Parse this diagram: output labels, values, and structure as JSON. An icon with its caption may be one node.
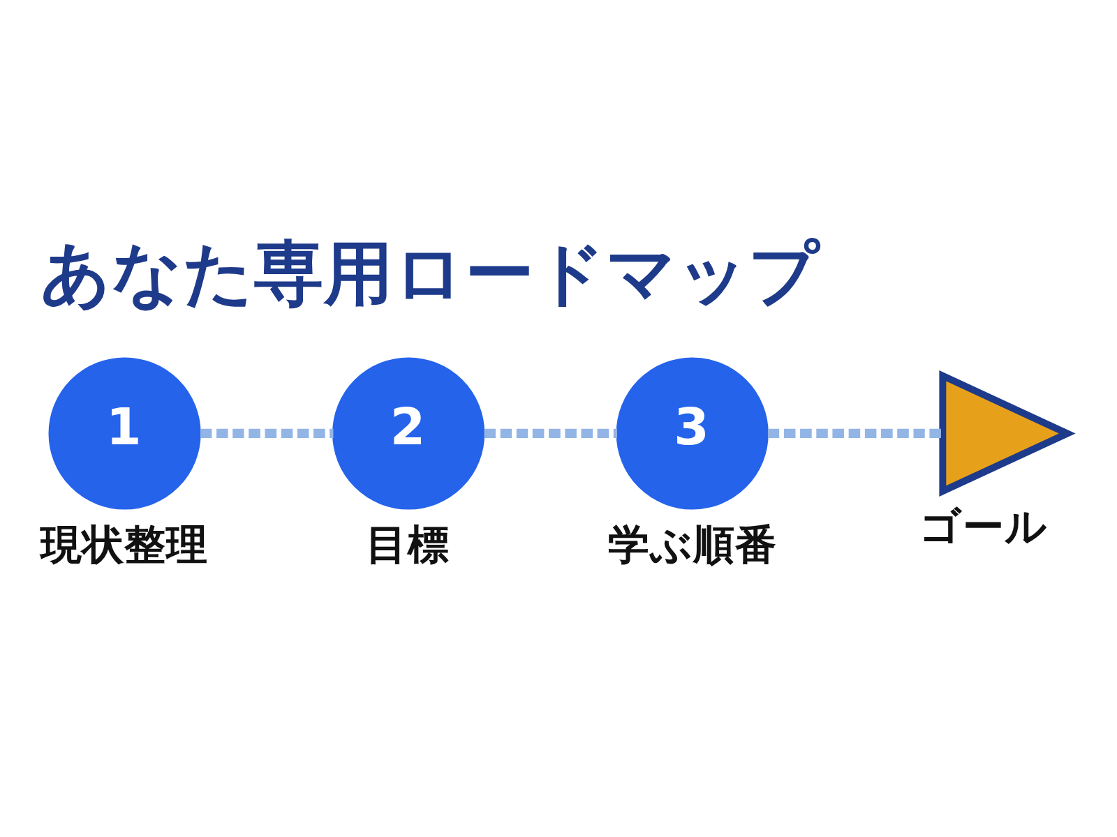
{
  "diagram": {
    "title": "あなた専用ロードマップ",
    "nodes": [
      {
        "text": [
          "1"
        ],
        "beside": [
          "現状整理"
        ]
      },
      {
        "text": [
          "2"
        ],
        "beside": [
          "目標"
        ]
      },
      {
        "text": [
          "3"
        ],
        "beside": [
          "学ぶ順番"
        ]
      },
      {
        "text": [],
        "shape": "flag",
        "beside": [
          "ゴール"
        ]
      }
    ],
    "edges": [
      {
        "from": 0,
        "to": 1,
        "arrow": "none",
        "style": "dashed"
      },
      {
        "from": 1,
        "to": 2,
        "arrow": "none",
        "style": "dashed"
      },
      {
        "from": 2,
        "to": 3,
        "arrow": "none",
        "style": "dashed"
      }
    ]
  }
}
